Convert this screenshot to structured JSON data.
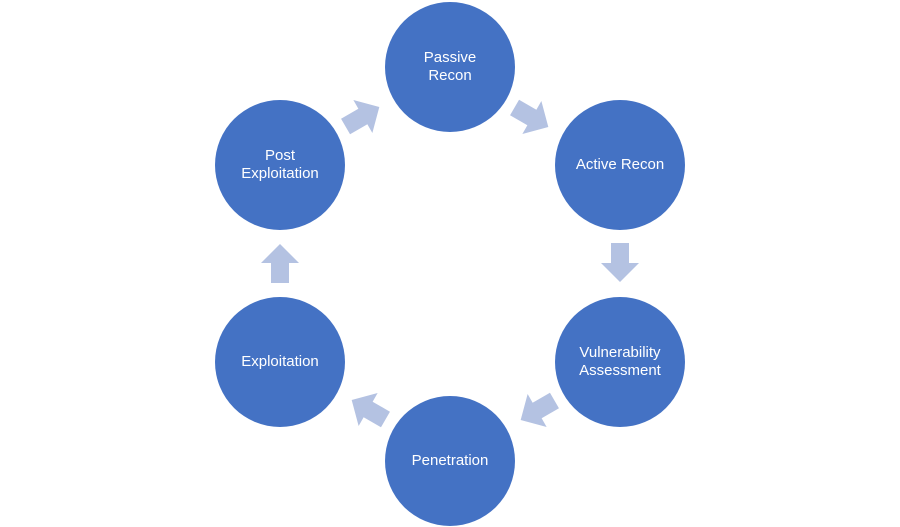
{
  "colors": {
    "node_fill": "#4472c4",
    "arrow_fill": "#b4c2e2",
    "node_text": "#ffffff"
  },
  "cycle": {
    "nodes": [
      {
        "label": "Passive\nRecon"
      },
      {
        "label": "Active Recon"
      },
      {
        "label": "Vulnerability\nAssessment"
      },
      {
        "label": "Penetration"
      },
      {
        "label": "Exploitation"
      },
      {
        "label": "Post\nExploitation"
      }
    ],
    "arrow_icon": "block-arrow-icon",
    "direction": "clockwise"
  }
}
